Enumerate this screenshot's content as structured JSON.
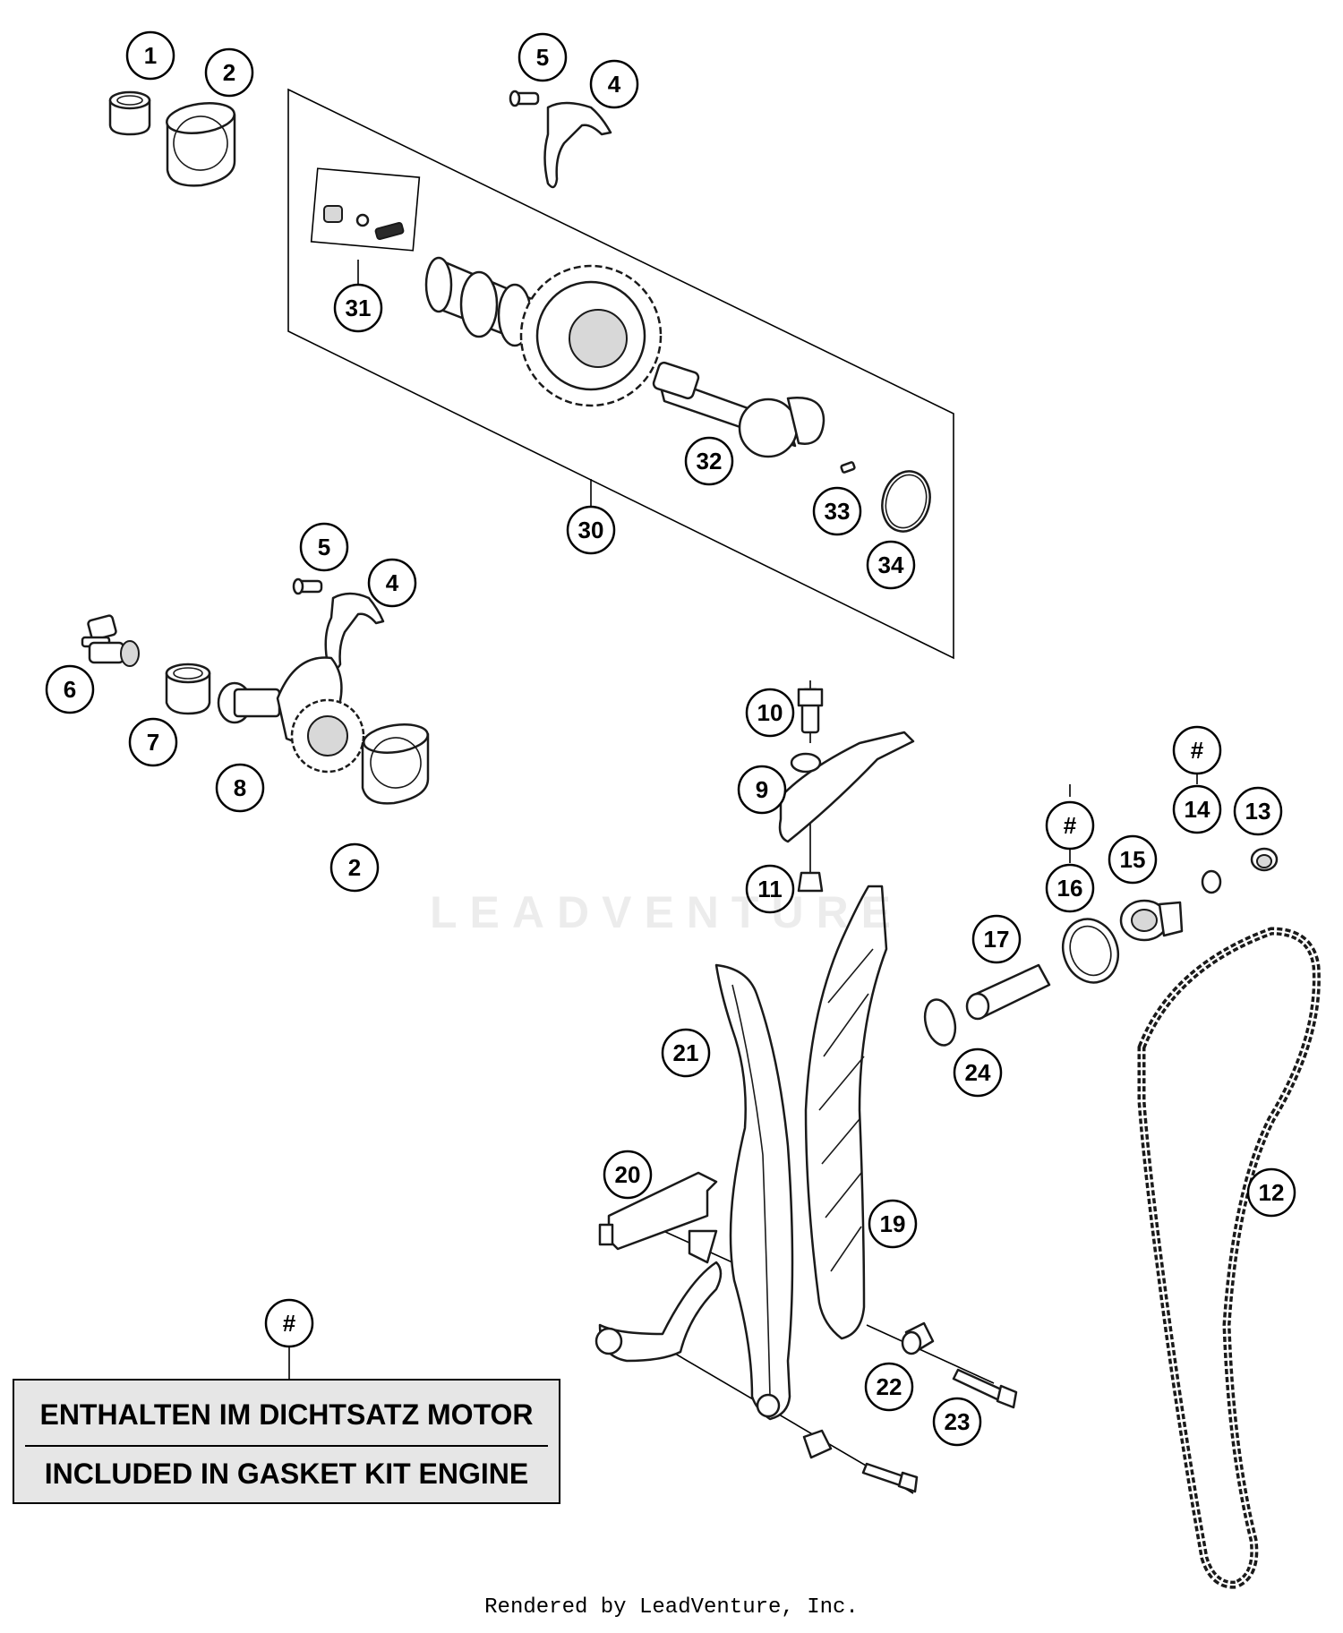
{
  "callouts": {
    "c1": "1",
    "c2a": "2",
    "c2b": "2",
    "c4a": "4",
    "c4b": "4",
    "c5a": "5",
    "c5b": "5",
    "c6": "6",
    "c7": "7",
    "c8": "8",
    "c9": "9",
    "c10": "10",
    "c11": "11",
    "c12": "12",
    "c13": "13",
    "c14": "14",
    "c14h": "#",
    "c15": "15",
    "c16": "16",
    "c16h": "#",
    "c17": "17",
    "c19": "19",
    "c20": "20",
    "c21": "21",
    "c22": "22",
    "c23": "23",
    "c24": "24",
    "c30": "30",
    "c31": "31",
    "c32": "32",
    "c33": "33",
    "c34": "34",
    "cgasket": "#"
  },
  "legend": {
    "line_de": "ENTHALTEN IM DICHTSATZ MOTOR",
    "line_en": "INCLUDED IN GASKET KIT ENGINE"
  },
  "watermark": "LEADVENTURE",
  "footer": "Rendered by LeadVenture, Inc.",
  "colors": {
    "line": "#000000",
    "legend_bg": "#e6e6e6",
    "background": "#ffffff"
  }
}
